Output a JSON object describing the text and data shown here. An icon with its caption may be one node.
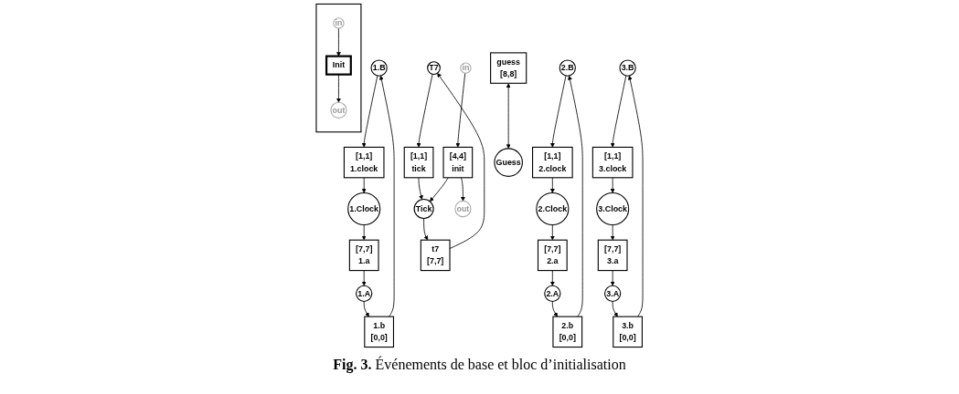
{
  "diagram": {
    "caption": "**Fig. 3.** Événements de base et bloc d’initialisation",
    "nodes": [
      {
        "text": [
          "1.B"
        ]
      },
      {
        "text": [
          "1.b",
          "[0,0]"
        ]
      },
      {
        "text": [
          "1.A"
        ]
      },
      {
        "text": [
          "[1,1]",
          "1.clock"
        ]
      },
      {
        "text": [
          "1.Clock"
        ]
      },
      {
        "text": [
          "[7,7]",
          "1.a"
        ]
      },
      {
        "text": [
          "2.B"
        ]
      },
      {
        "text": [
          "2.b",
          "[0,0]"
        ]
      },
      {
        "text": [
          "2.A"
        ]
      },
      {
        "text": [
          "[1,1]",
          "2.clock"
        ]
      },
      {
        "text": [
          "2.Clock"
        ]
      },
      {
        "text": [
          "[7,7]",
          "2.a"
        ]
      },
      {
        "text": [
          "T7"
        ]
      },
      {
        "text": [
          "t7",
          "[7,7]"
        ]
      },
      {
        "text": [
          "in"
        ]
      },
      {
        "text": [
          "[1,1]",
          "tick"
        ]
      },
      {
        "text": [
          "Tick"
        ]
      },
      {
        "text": [
          "[4,4]",
          "init"
        ]
      },
      {
        "text": [
          "out"
        ]
      },
      {
        "text": [],
        "shape": "box"
      },
      {
        "text": [
          "in"
        ],
        "in": 19
      },
      {
        "text": [
          "Init"
        ],
        "in": 19
      },
      {
        "text": [
          "out"
        ],
        "in": 19
      },
      {
        "text": [
          "3.B"
        ]
      },
      {
        "text": [
          "3.b",
          "[0,0]"
        ]
      },
      {
        "text": [
          "3.A"
        ]
      },
      {
        "text": [
          "guess",
          "[8,8]"
        ]
      },
      {
        "text": [
          "[1,1]",
          "3.clock"
        ]
      },
      {
        "text": [
          "3.Clock"
        ]
      },
      {
        "text": [
          "[7,7]",
          "3.a"
        ]
      },
      {
        "text": [
          "Guess"
        ]
      }
    ],
    "edges": [
      {
        "from": 2,
        "to": 1,
        "arrow": "to"
      },
      {
        "from": 1,
        "to": 0,
        "arrow": "to"
      },
      {
        "from": 0,
        "to": 3,
        "arrow": "to"
      },
      {
        "from": 3,
        "to": 4,
        "arrow": "to"
      },
      {
        "from": 4,
        "to": 5,
        "arrow": "to"
      },
      {
        "from": 5,
        "to": 2,
        "arrow": "to"
      },
      {
        "from": 8,
        "to": 7,
        "arrow": "to"
      },
      {
        "from": 7,
        "to": 6,
        "arrow": "to"
      },
      {
        "from": 6,
        "to": 9,
        "arrow": "to"
      },
      {
        "from": 9,
        "to": 10,
        "arrow": "to"
      },
      {
        "from": 10,
        "to": 11,
        "arrow": "to"
      },
      {
        "from": 11,
        "to": 8,
        "arrow": "to"
      },
      {
        "from": 13,
        "to": 12,
        "arrow": "to"
      },
      {
        "from": 12,
        "to": 15,
        "arrow": "to"
      },
      {
        "from": 15,
        "to": 16,
        "arrow": "to"
      },
      {
        "from": 16,
        "to": 13,
        "arrow": "to"
      },
      {
        "from": 17,
        "to": 16,
        "arrow": "to"
      },
      {
        "from": 14,
        "to": 17,
        "arrow": "to"
      },
      {
        "from": 17,
        "to": 18,
        "arrow": "to"
      },
      {
        "from": 20,
        "to": 21,
        "arrow": "to"
      },
      {
        "from": 21,
        "to": 22,
        "arrow": "to"
      },
      {
        "from": 25,
        "to": 24,
        "arrow": "to"
      },
      {
        "from": 24,
        "to": 23,
        "arrow": "to"
      },
      {
        "from": 23,
        "to": 27,
        "arrow": "to"
      },
      {
        "from": 27,
        "to": 28,
        "arrow": "to"
      },
      {
        "from": 28,
        "to": 29,
        "arrow": "to"
      },
      {
        "from": 29,
        "to": 25,
        "arrow": "to"
      },
      {
        "from": 26,
        "to": 30,
        "arrow": "both"
      }
    ]
  }
}
